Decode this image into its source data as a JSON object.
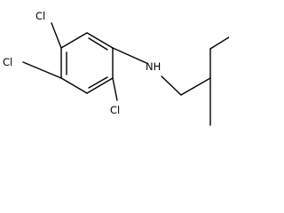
{
  "molecule": {
    "atoms": {
      "cl_top": "Cl",
      "cl_left": "Cl",
      "cl_bottom": "Cl",
      "amine": "NH"
    }
  }
}
